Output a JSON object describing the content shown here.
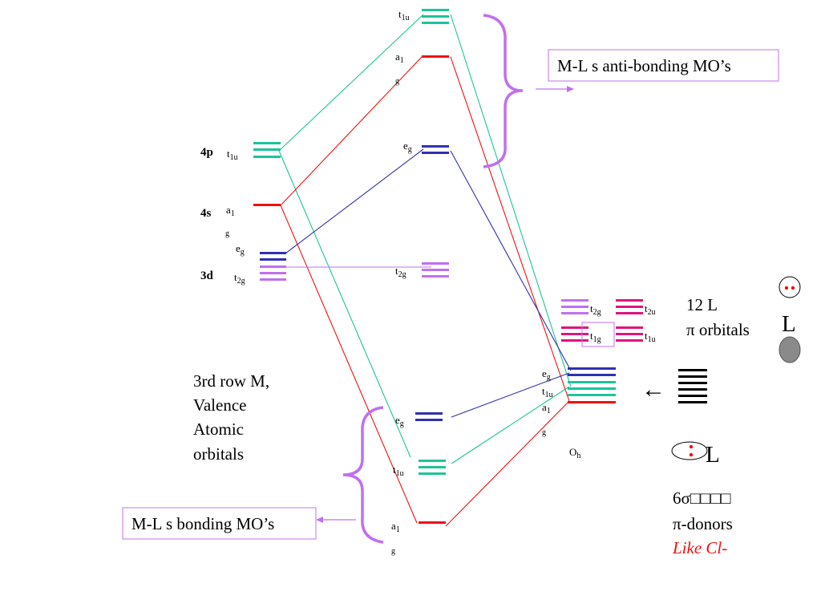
{
  "colors": {
    "red": "#ee1111",
    "teal": "#1ec39a",
    "blue": "#3030b0",
    "lavender": "#c070f0",
    "magenta": "#e0157a",
    "gray": "#8a8a8a"
  },
  "metal": {
    "p4": {
      "level": "4p",
      "sym": "t",
      "sub": "1u"
    },
    "s4": {
      "level": "4s",
      "sym": "a",
      "sub": "1",
      "extra": "g"
    },
    "d3_eg": {
      "sym": "e",
      "sub": "g"
    },
    "d3": {
      "level": "3d",
      "sym": "t",
      "sub": "2g"
    }
  },
  "mo": {
    "top_t1u": {
      "sym": "t",
      "sub": "1u"
    },
    "top_a1g": {
      "sym": "a",
      "sub": "1",
      "extra": "g"
    },
    "top_eg": {
      "sym": "e",
      "sub": "g"
    },
    "t2g": {
      "sym": "t",
      "sub": "2g"
    },
    "bot_eg": {
      "sym": "e",
      "sub": "g"
    },
    "bot_t1u": {
      "sym": "t",
      "sub": "1u"
    },
    "bot_a1g": {
      "sym": "a",
      "sub": "1",
      "extra": "g"
    }
  },
  "ligand": {
    "eg": {
      "sym": "e",
      "sub": "g"
    },
    "t1u": {
      "sym": "t",
      "sub": "1u"
    },
    "a1g": {
      "sym": "a",
      "sub": "1",
      "extra": "g"
    },
    "oh": {
      "sym": "O",
      "sub": "h"
    },
    "t2g": {
      "sym": "t",
      "sub": "2g"
    },
    "t2u": {
      "sym": "t",
      "sub": "2u"
    },
    "t1g": {
      "sym": "t",
      "sub": "1g"
    },
    "t1u_pi": {
      "sym": "t",
      "sub": "1u"
    }
  },
  "labels": {
    "antibonding": "M-L s anti-bonding MO’s",
    "bonding": "M-L s bonding MO’s",
    "valence_lines": [
      "3rd row M,",
      "Valence",
      "Atomic",
      "orbitals"
    ],
    "pi_l12": "12 L",
    "pi_orbitals": "π orbitals",
    "L1": "L",
    "L2": "L",
    "arrow": "←",
    "sigma": "6σ□□□□",
    "pi_donors": "π-donors",
    "like_cl": "Like Cl-"
  }
}
